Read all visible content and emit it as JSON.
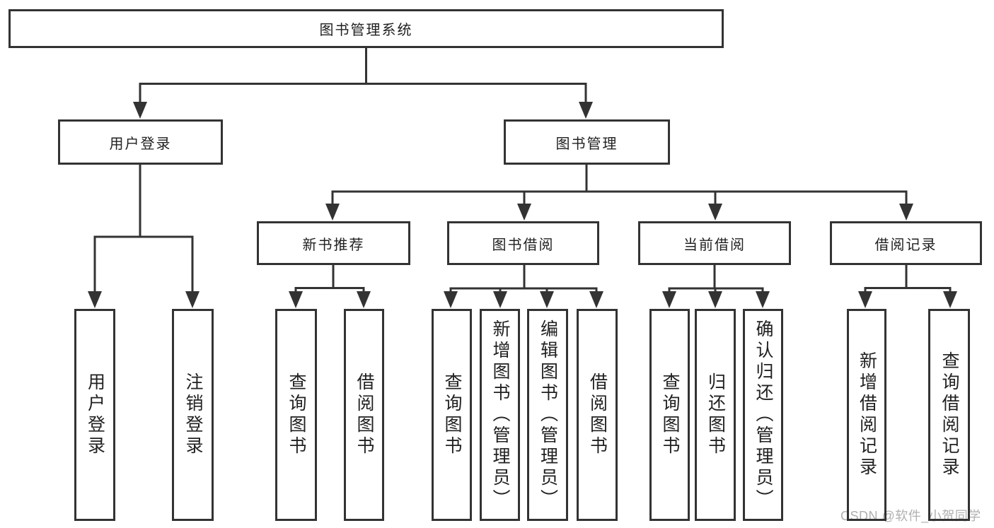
{
  "diagram": {
    "root": {
      "label": "图书管理系统"
    },
    "branches": [
      {
        "label": "用户登录",
        "children": [
          {
            "label": "用户登录"
          },
          {
            "label": "注销登录"
          }
        ]
      },
      {
        "label": "图书管理",
        "sections": [
          {
            "label": "新书推荐",
            "children": [
              {
                "label": "查询图书"
              },
              {
                "label": "借阅图书"
              }
            ]
          },
          {
            "label": "图书借阅",
            "children": [
              {
                "label": "查询图书"
              },
              {
                "label": "新增图书（管理员）"
              },
              {
                "label": "编辑图书（管理员）"
              },
              {
                "label": "借阅图书"
              }
            ]
          },
          {
            "label": "当前借阅",
            "children": [
              {
                "label": "查询图书"
              },
              {
                "label": "归还图书"
              },
              {
                "label": "确认归还（管理员）"
              }
            ]
          },
          {
            "label": "借阅记录",
            "children": [
              {
                "label": "新增借阅记录"
              },
              {
                "label": "查询借阅记录"
              }
            ]
          }
        ]
      }
    ]
  },
  "watermark": {
    "text": "CSDN @软件_小贺同学"
  },
  "colors": {
    "line": "#333333",
    "box_border": "#333333",
    "box_fill": "#ffffff",
    "text": "#212121",
    "watermark": "#b0b0b0",
    "background": "#ffffff"
  }
}
